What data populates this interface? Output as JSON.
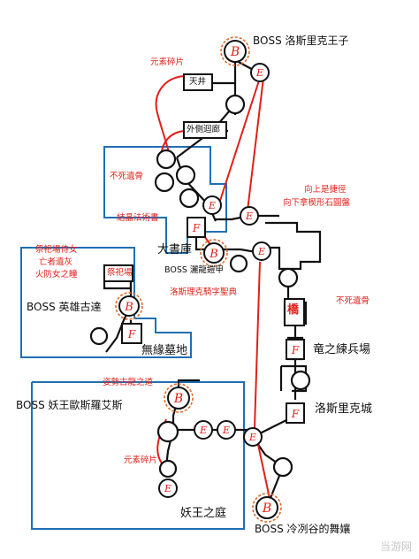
{
  "boss_labels": {
    "top": "BOSS 洛斯里克王子",
    "mid": "BOSS 灑龍鎧甲",
    "left": "BOSS 英雄古達",
    "lower": "BOSS 妖王歐斯羅艾斯",
    "bottom": "BOSS 冷冽谷的舞孃"
  },
  "areas": {
    "grand_archives": "大書庫",
    "untended_graves": "無緣墓地",
    "dragon_barracks": "竜之練兵場",
    "lothric_castle": "洛斯里克城",
    "consumed_kings_garden": "妖王之庭"
  },
  "items": {
    "element_shard_top": "元素碎片",
    "ceiling": "天井",
    "outer_corridor": "外側迴廊",
    "undead_bone_left": "不死遺骨",
    "crystal_scroll": "結晶法術書",
    "shortcut_up": "向上是捷徑",
    "wedge_stone_down": "向下拿楔形石圓盤",
    "lothric_knight_scripture": "洛斯理克騎字聖典",
    "undead_bone_right": "不死遺骨",
    "shrine_attendant": "祭祀場侍女",
    "dead_belongings": "亡者遺灰",
    "firekeeper_eye": "火防女之瞳",
    "shrine": "祭祀場",
    "bridge": "橋",
    "ancient_dragon_gesture": "姿勢古龍之道",
    "element_shard_bottom": "元素碎片"
  },
  "node_symbols": {
    "boss": "B",
    "fire": "F",
    "exit": "E"
  },
  "watermark": "当游网",
  "colors": {
    "path": "#111111",
    "red_route": "#e0201a",
    "region_border": "#1f6fb5",
    "boss_ring": "#e06a2a"
  }
}
